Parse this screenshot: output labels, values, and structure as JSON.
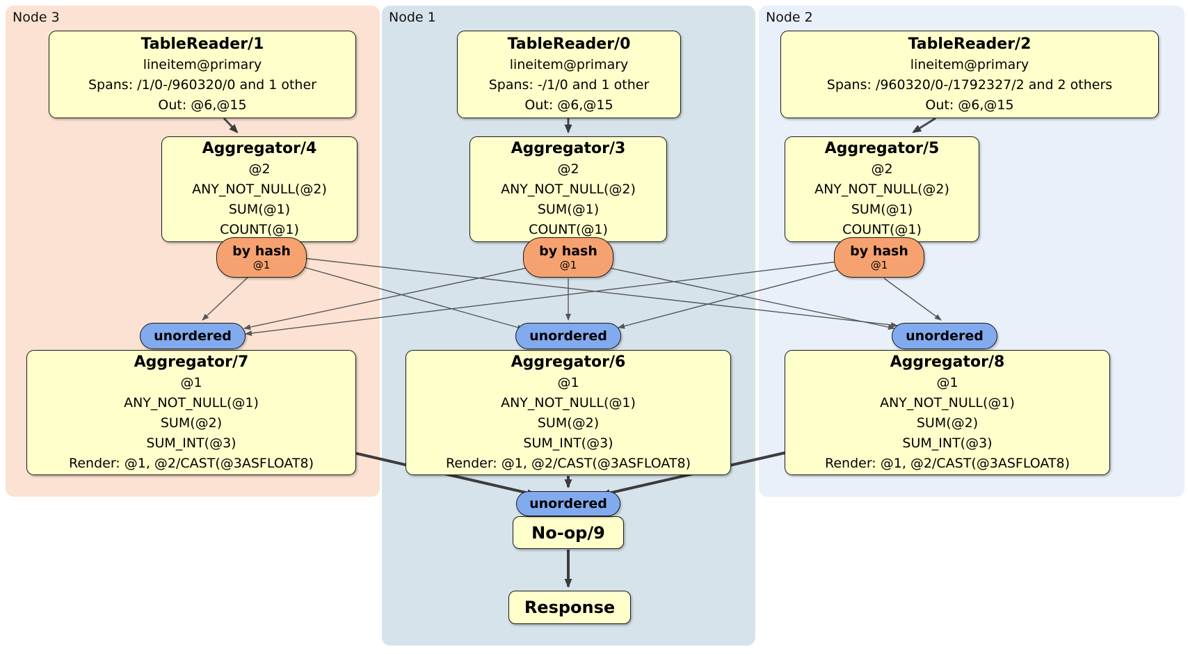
{
  "diagram": {
    "regions": [
      {
        "label": "Node 3"
      },
      {
        "label": "Node 1"
      },
      {
        "label": "Node 2"
      }
    ],
    "processors": {
      "tr1": {
        "title": "TableReader/1",
        "lines": [
          "lineitem@primary",
          "Spans: /1/0-/960320/0 and 1 other",
          "Out: @6,@15"
        ]
      },
      "tr0": {
        "title": "TableReader/0",
        "lines": [
          "lineitem@primary",
          "Spans: -/1/0 and 1 other",
          "Out: @6,@15"
        ]
      },
      "tr2": {
        "title": "TableReader/2",
        "lines": [
          "lineitem@primary",
          "Spans: /960320/0-/1792327/2 and 2 others",
          "Out: @6,@15"
        ]
      },
      "agg4": {
        "title": "Aggregator/4",
        "lines": [
          "@2",
          "ANY_NOT_NULL(@2)",
          "SUM(@1)",
          "COUNT(@1)"
        ]
      },
      "agg3": {
        "title": "Aggregator/3",
        "lines": [
          "@2",
          "ANY_NOT_NULL(@2)",
          "SUM(@1)",
          "COUNT(@1)"
        ]
      },
      "agg5": {
        "title": "Aggregator/5",
        "lines": [
          "@2",
          "ANY_NOT_NULL(@2)",
          "SUM(@1)",
          "COUNT(@1)"
        ]
      },
      "agg7": {
        "title": "Aggregator/7",
        "lines": [
          "@1",
          "ANY_NOT_NULL(@1)",
          "SUM(@2)",
          "SUM_INT(@3)",
          "Render: @1, @2/CAST(@3ASFLOAT8)"
        ]
      },
      "agg6": {
        "title": "Aggregator/6",
        "lines": [
          "@1",
          "ANY_NOT_NULL(@1)",
          "SUM(@2)",
          "SUM_INT(@3)",
          "Render: @1, @2/CAST(@3ASFLOAT8)"
        ]
      },
      "agg8": {
        "title": "Aggregator/8",
        "lines": [
          "@1",
          "ANY_NOT_NULL(@1)",
          "SUM(@2)",
          "SUM_INT(@3)",
          "Render: @1, @2/CAST(@3ASFLOAT8)"
        ]
      },
      "noop": {
        "title": "No-op/9"
      },
      "response": {
        "title": "Response"
      }
    },
    "routers": {
      "by_hash": {
        "label": "by hash",
        "detail": "@1"
      },
      "unordered": {
        "label": "unordered"
      }
    },
    "colors": {
      "region_node3": "#FCE2D2",
      "region_node1": "#D6E3EB",
      "region_node2": "#EAF0FA",
      "processor_fill": "#FFFFCC",
      "by_hash_fill": "#F6A270",
      "unordered_fill": "#82AAEE",
      "edge_thin": "#555555",
      "edge_thick": "#3C3C3C"
    }
  }
}
